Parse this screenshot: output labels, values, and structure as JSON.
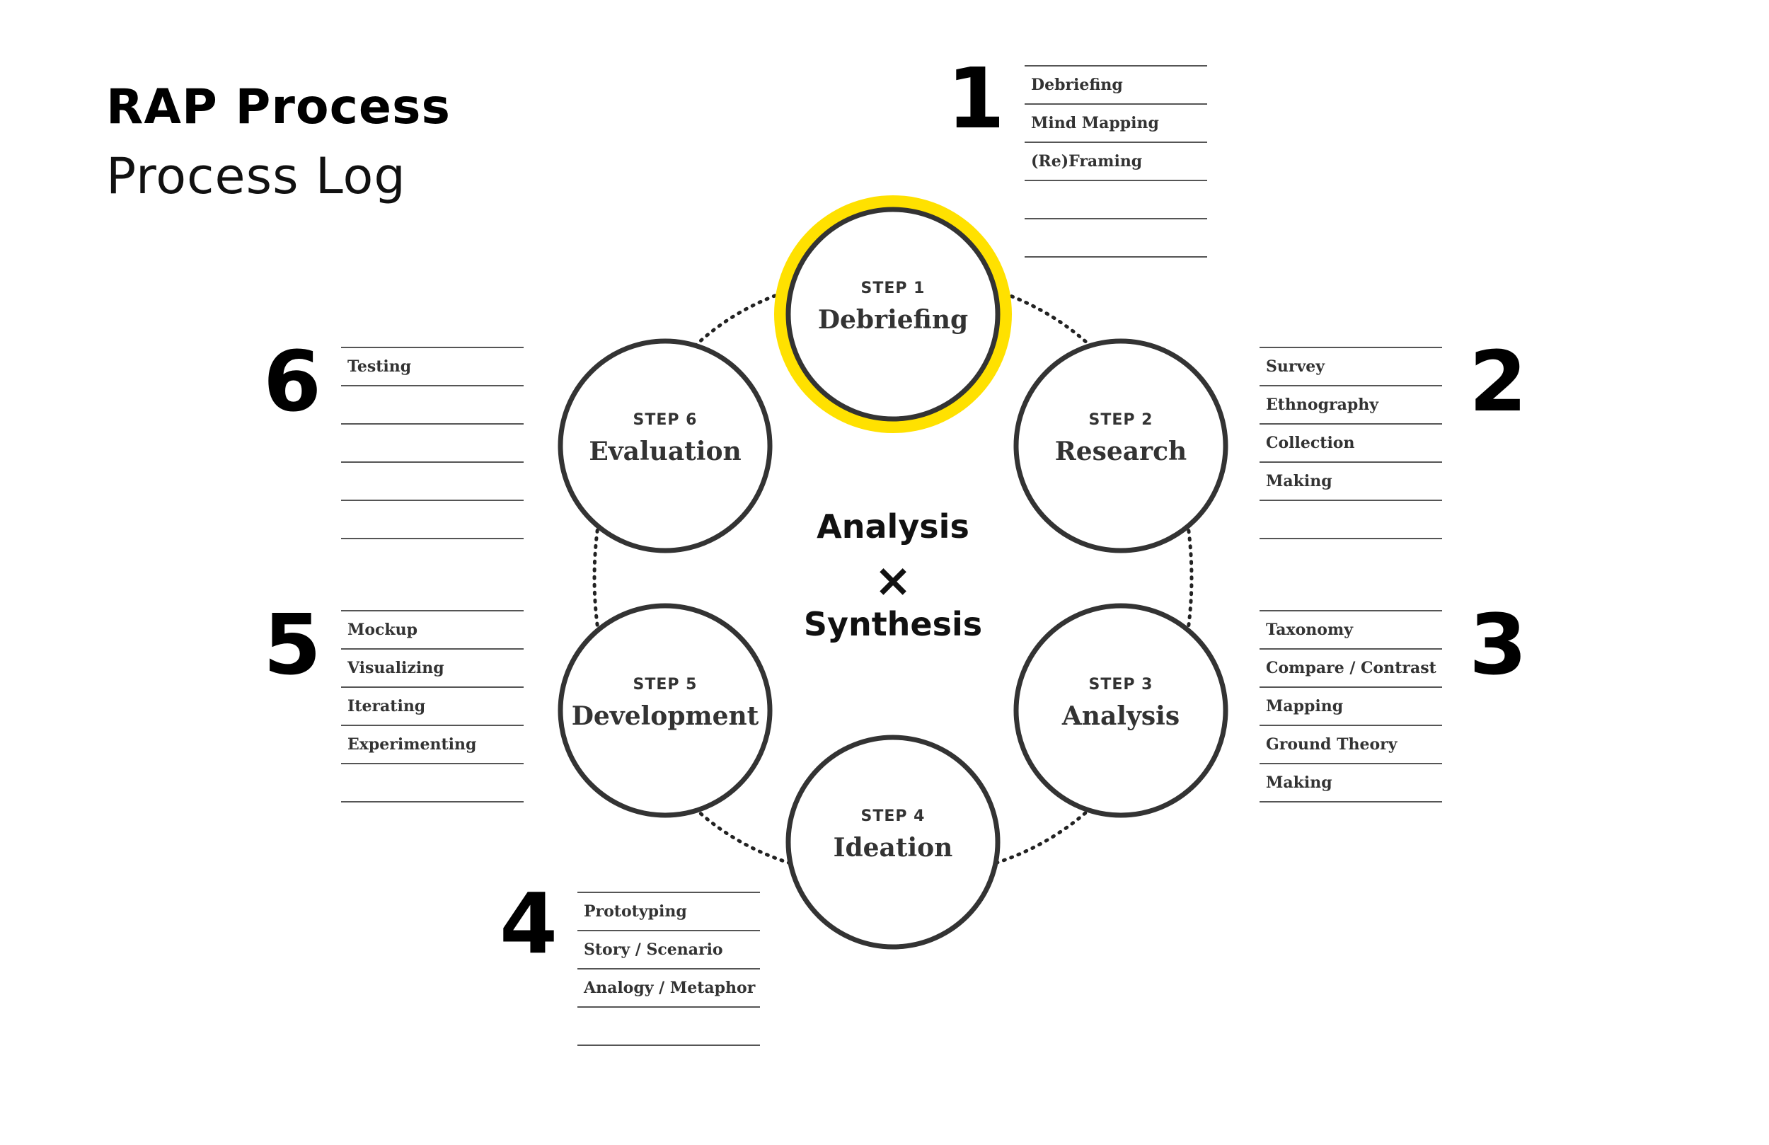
{
  "header": {
    "title": "RAP Process",
    "subtitle": "Process Log"
  },
  "colors": {
    "highlight": "#FFE100",
    "ring": "#333333",
    "text": "#333333"
  },
  "center": {
    "line1": "Analysis",
    "symbol": "×",
    "line2": "Synthesis"
  },
  "steps": [
    {
      "label": "STEP 1",
      "name": "Debriefing",
      "highlighted": true
    },
    {
      "label": "STEP 2",
      "name": "Research",
      "highlighted": false
    },
    {
      "label": "STEP 3",
      "name": "Analysis",
      "highlighted": false
    },
    {
      "label": "STEP 4",
      "name": "Ideation",
      "highlighted": false
    },
    {
      "label": "STEP 5",
      "name": "Development",
      "highlighted": false
    },
    {
      "label": "STEP 6",
      "name": "Evaluation",
      "highlighted": false
    }
  ],
  "lists": [
    {
      "number": "1",
      "items": [
        "Debriefing",
        "Mind Mapping",
        "(Re)Framing",
        "",
        ""
      ]
    },
    {
      "number": "2",
      "items": [
        "Survey",
        "Ethnography",
        "Collection",
        "Making",
        ""
      ]
    },
    {
      "number": "3",
      "items": [
        "Taxonomy",
        "Compare / Contrast",
        "Mapping",
        "Ground Theory",
        "Making"
      ]
    },
    {
      "number": "4",
      "items": [
        "Prototyping",
        "Story / Scenario",
        "Analogy / Metaphor",
        ""
      ]
    },
    {
      "number": "5",
      "items": [
        "Mockup",
        "Visualizing",
        "Iterating",
        "Experimenting",
        ""
      ]
    },
    {
      "number": "6",
      "items": [
        "Testing",
        "",
        "",
        "",
        ""
      ]
    }
  ]
}
